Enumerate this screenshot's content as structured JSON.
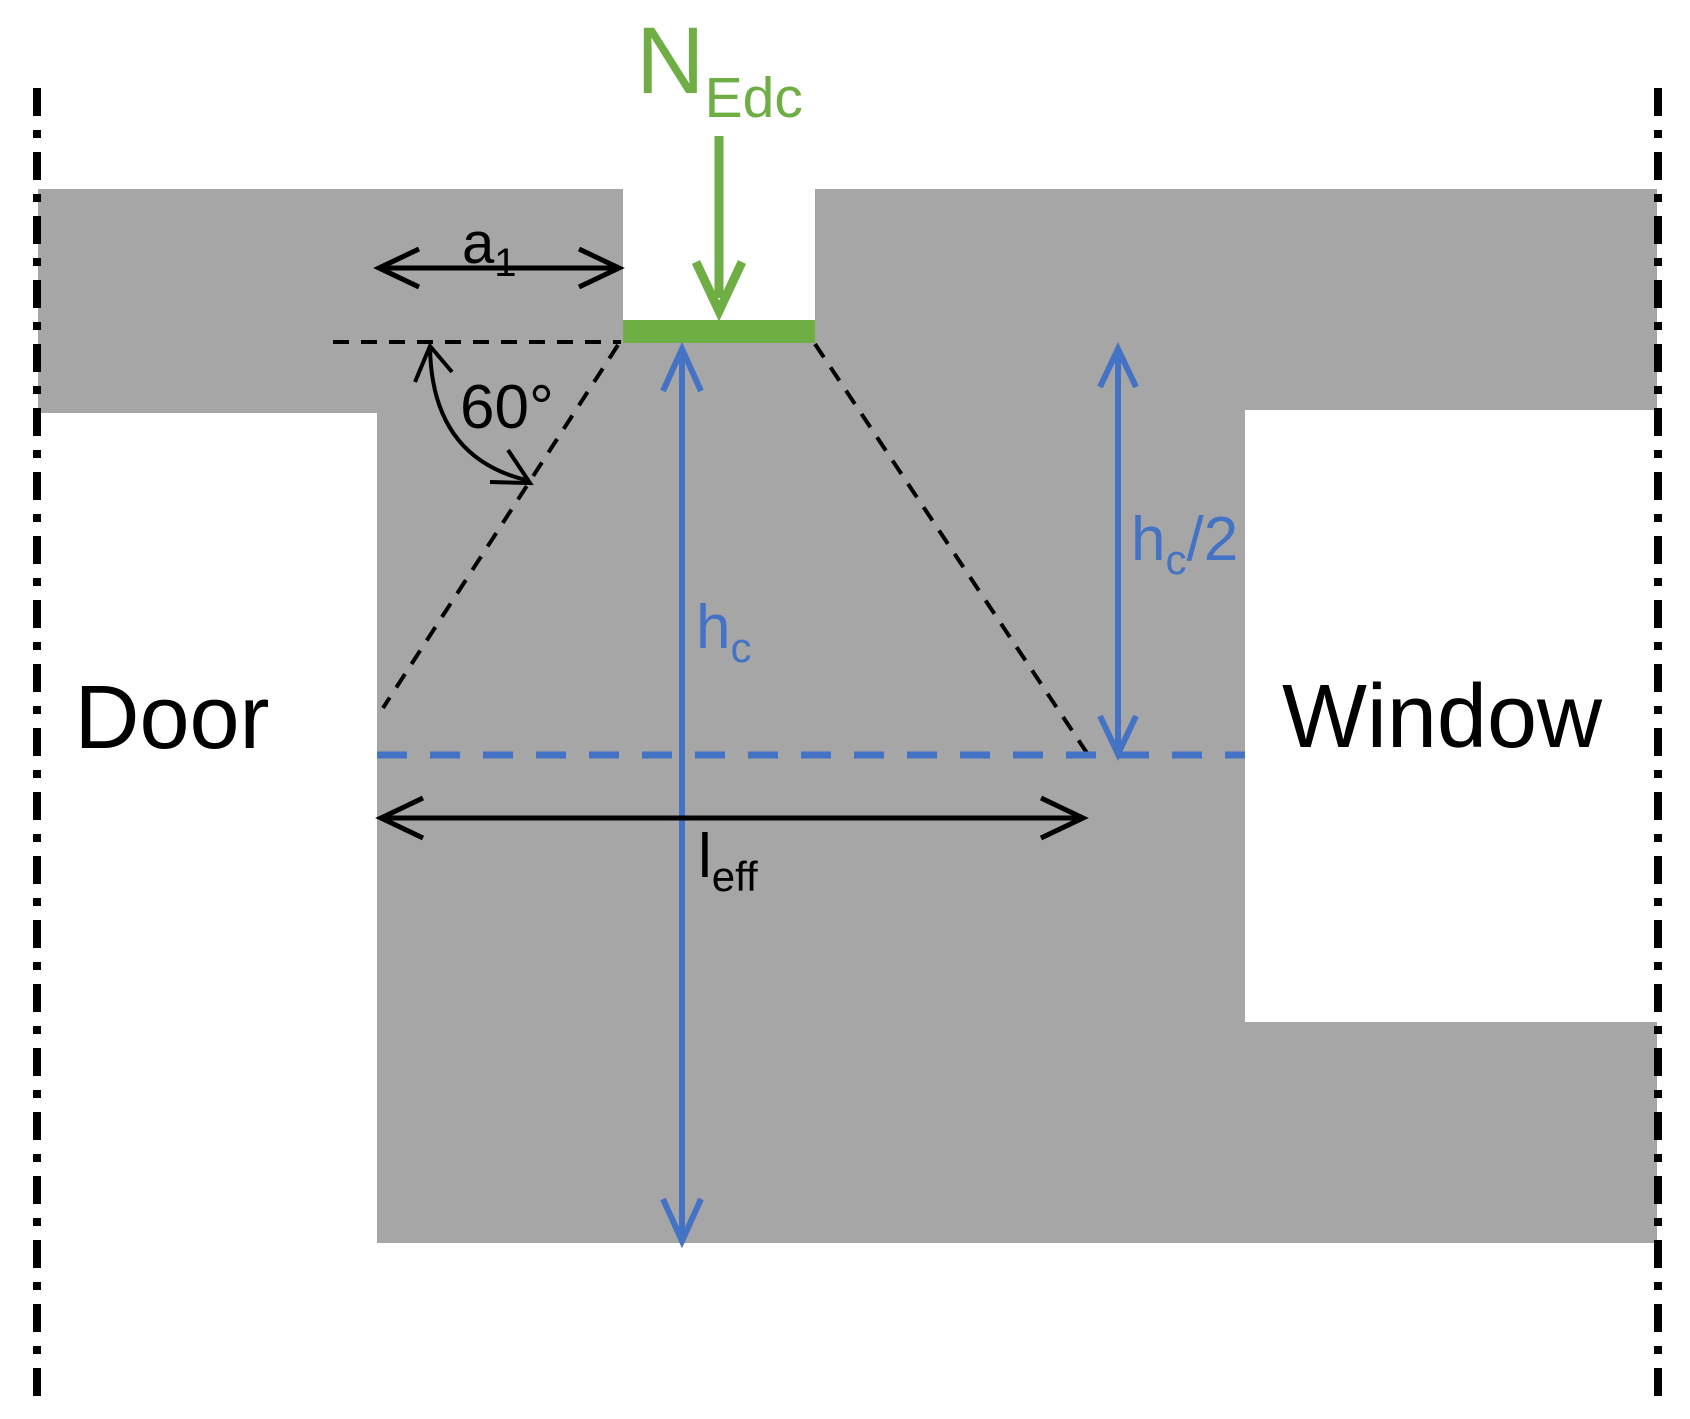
{
  "diagram": {
    "title_implicit": "Load spread under concentrated bearing between openings",
    "load_label": {
      "main": "N",
      "sub": "Edc"
    },
    "angle_label": "60°",
    "dim_a1": {
      "main": "a",
      "sub": "1"
    },
    "dim_hc": {
      "main": "h",
      "sub": "c"
    },
    "dim_hc_half": {
      "main": "h",
      "sub": "c",
      "suffix": "/2"
    },
    "dim_leff": {
      "main": "l",
      "sub": "eff"
    },
    "door_label": "Door",
    "window_label": "Window",
    "colors": {
      "wall_gray": "#a6a6a6",
      "bearing_green": "#6fad45",
      "dimension_blue": "#4472c4",
      "line_black": "#000000",
      "background": "#ffffff"
    }
  }
}
